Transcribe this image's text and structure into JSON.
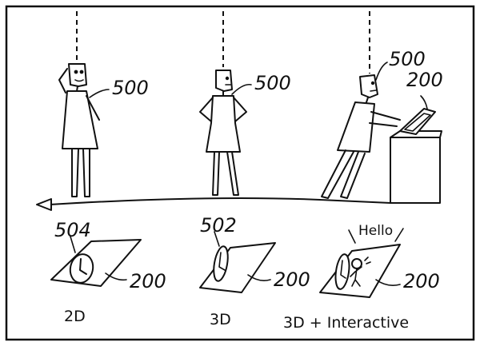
{
  "labels": {
    "person_left": "500",
    "person_middle": "500",
    "person_right": "500",
    "display_top": "200",
    "clock_2d": "504",
    "clock_3d": "502",
    "screen_2d": "200",
    "screen_3d": "200",
    "screen_interactive": "200",
    "speech": "Hello"
  },
  "captions": {
    "mode_2d": "2D",
    "mode_3d": "3D",
    "mode_interactive": "3D + Interactive"
  }
}
